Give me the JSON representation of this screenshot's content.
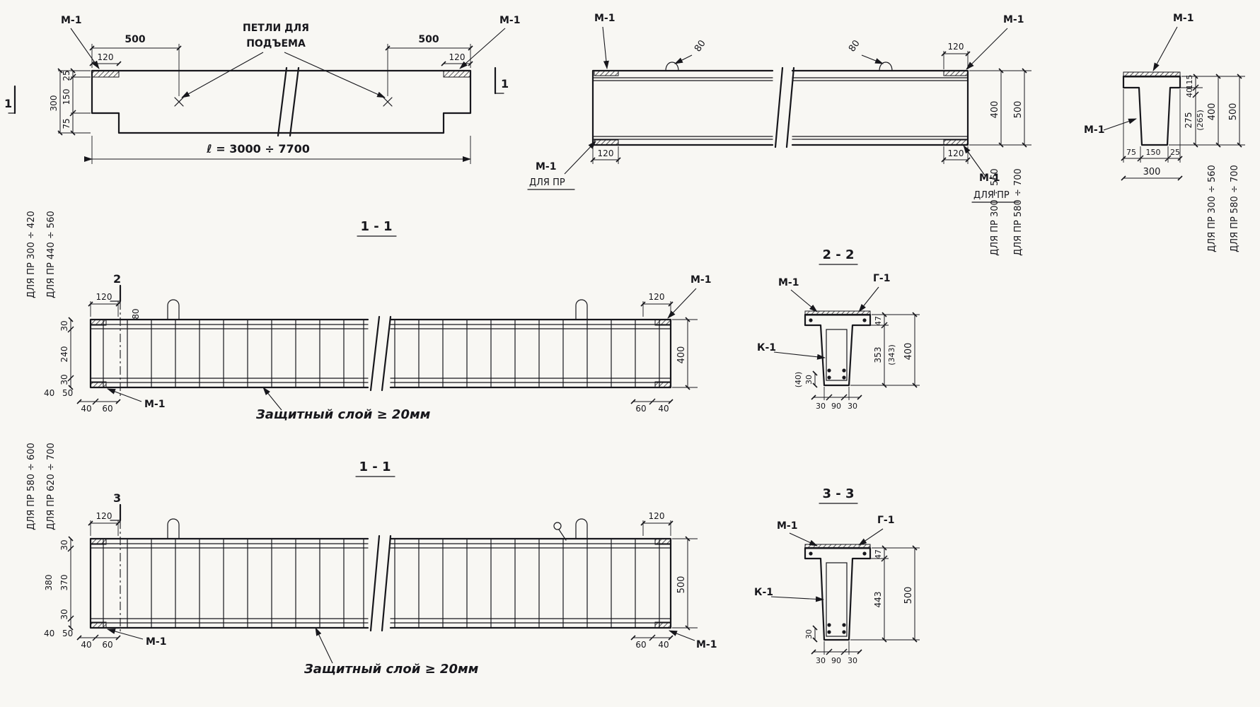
{
  "marks": {
    "m1": "М-1",
    "g1": "Г-1",
    "k1": "К-1",
    "dlya_pr": "ДЛЯ ПР",
    "s1": "1",
    "s2": "2",
    "s3": "3"
  },
  "titles": {
    "s11": "1 - 1",
    "s22": "2 - 2",
    "s33": "3 - 3"
  },
  "notes": {
    "lifting1": "ПЕТЛИ ДЛЯ",
    "lifting2": "ПОДЪЕМА",
    "cover": "Защитный  слой ≥ 20мм",
    "length": "ℓ = 3000 ÷ 7700"
  },
  "products": {
    "pr300_560": "ДЛЯ ПР 300 ÷ 560",
    "pr580_700": "ДЛЯ ПР 580 ÷ 700",
    "pr300_420": "ДЛЯ ПР 300 ÷ 420",
    "pr440_560": "ДЛЯ ПР 440 ÷ 560",
    "pr580_600": "ДЛЯ ПР 580 ÷ 600",
    "pr620_700": "ДЛЯ ПР 620 ÷ 700"
  },
  "dims": {
    "d25": "25",
    "d30": "30",
    "d40": "40",
    "d40p": "(40)",
    "d47": "47",
    "d50": "50",
    "d60": "60",
    "d75": "75",
    "d80": "80",
    "d90": "90",
    "d115": "115",
    "d120": "120",
    "d150": "150",
    "d240": "240",
    "d265p": "(265)",
    "d275": "275",
    "d300": "300",
    "d343p": "(343)",
    "d353": "353",
    "d370": "370",
    "d380": "380",
    "d400": "400",
    "d443": "443",
    "d500": "500"
  }
}
